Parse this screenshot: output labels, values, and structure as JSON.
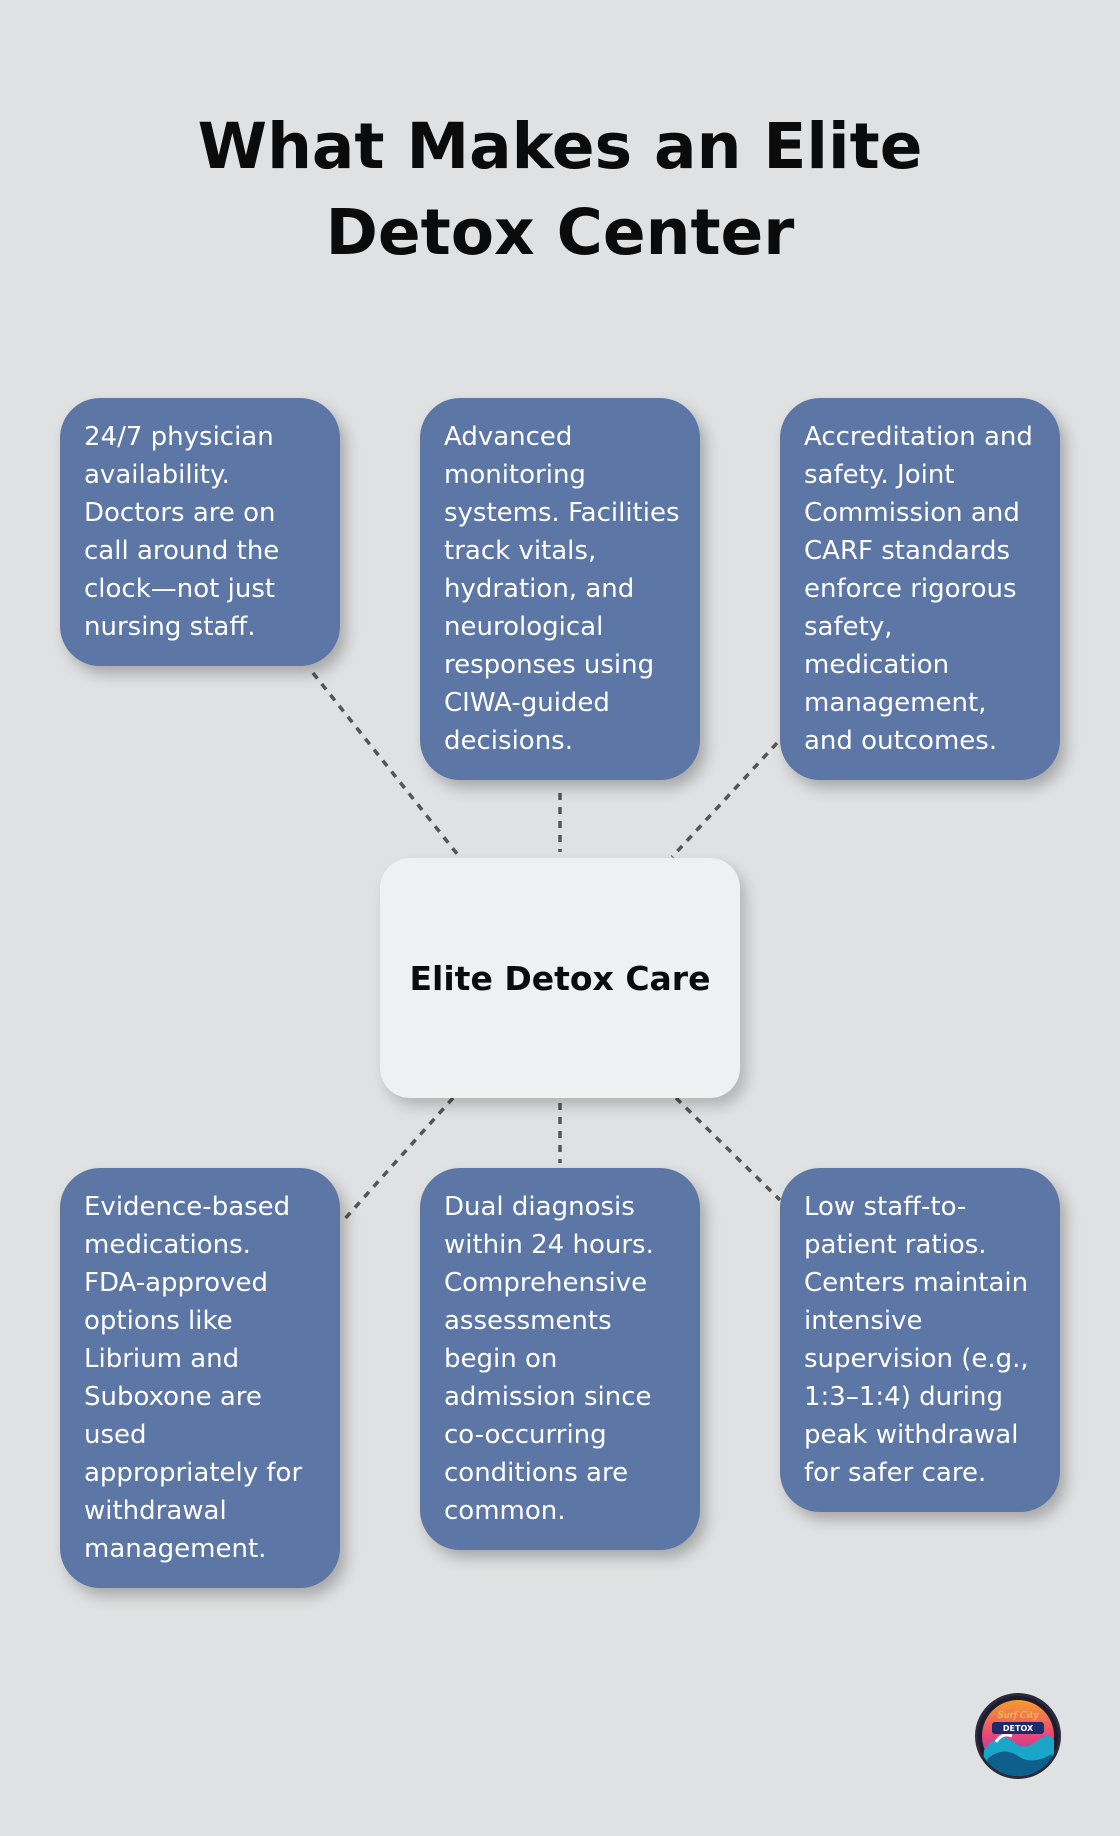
{
  "title": "What Makes an Elite Detox Center",
  "center": {
    "label": "Elite Detox Care"
  },
  "cards": [
    {
      "text": "24/7 physician availability. Doctors are on call around the clock—not just nursing staff."
    },
    {
      "text": "Advanced monitoring systems. Facilities track vitals, hydration, and neurological responses using CIWA-guided decisions."
    },
    {
      "text": "Accreditation and safety. Joint Commission and CARF standards enforce rigorous safety, medication management, and outcomes."
    },
    {
      "text": "Evidence-based medications. FDA-approved options like Librium and Suboxone are used appropriately for withdrawal management."
    },
    {
      "text": "Dual diagnosis within 24 hours. Comprehensive assessments begin on admission since co-occurring conditions are common."
    },
    {
      "text": "Low staff-to-patient ratios. Centers maintain intensive supervision (e.g., 1:3–1:4) during peak withdrawal for safer care."
    }
  ],
  "logo": {
    "text": "Surf City DETOX"
  },
  "colors": {
    "background": "#e0e1e2",
    "card": "#5c76a6",
    "center": "#eff0f1",
    "connector": "#555555"
  }
}
